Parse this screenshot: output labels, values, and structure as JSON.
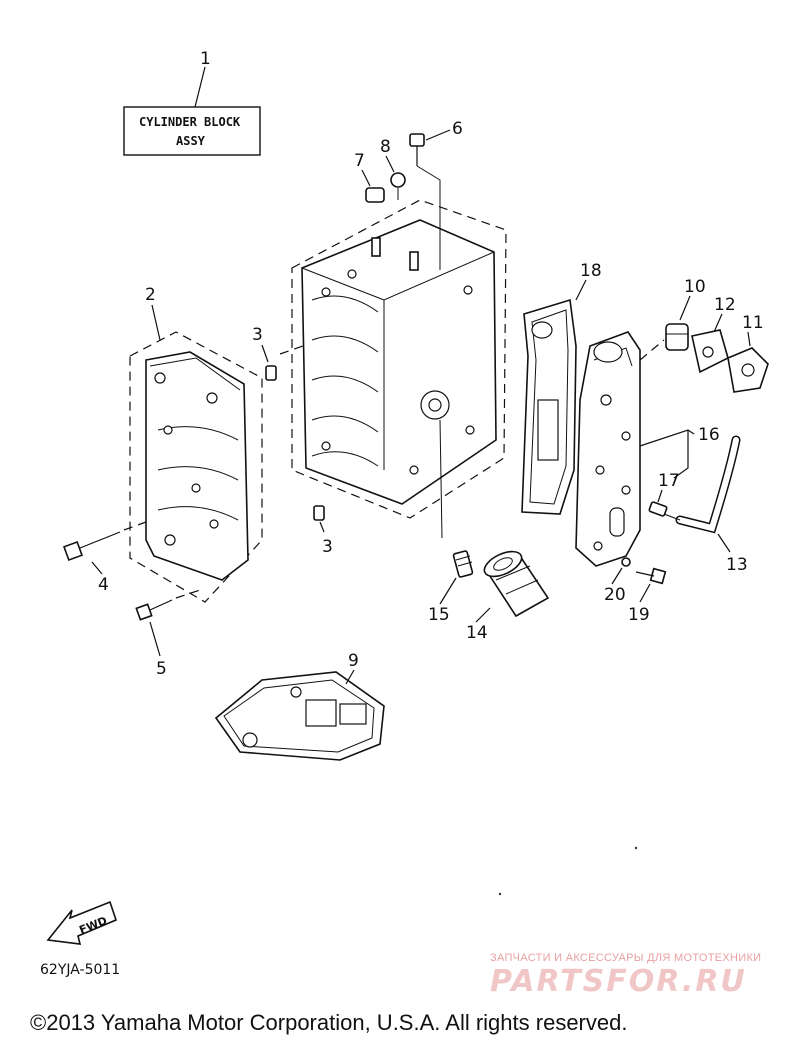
{
  "title_box": {
    "line1": "CYLINDER BLOCK",
    "line2": "ASSY"
  },
  "callouts": [
    "1",
    "2",
    "3",
    "3",
    "4",
    "5",
    "6",
    "7",
    "8",
    "9",
    "10",
    "11",
    "12",
    "13",
    "14",
    "15",
    "16",
    "17",
    "18",
    "19",
    "20"
  ],
  "fwd_label": "FWD",
  "diagram_code": "62YJA-5011",
  "watermark": {
    "small": "ЗАПЧАСТИ И АКСЕССУАРЫ ДЛЯ МОТОТЕХНИКИ",
    "big": "PARTSFOR.RU"
  },
  "copyright": "©2013 Yamaha Motor Corporation, U.S.A. All rights reserved.",
  "colors": {
    "ink": "#111111",
    "background": "#ffffff",
    "watermark": "#e8a0a0"
  }
}
